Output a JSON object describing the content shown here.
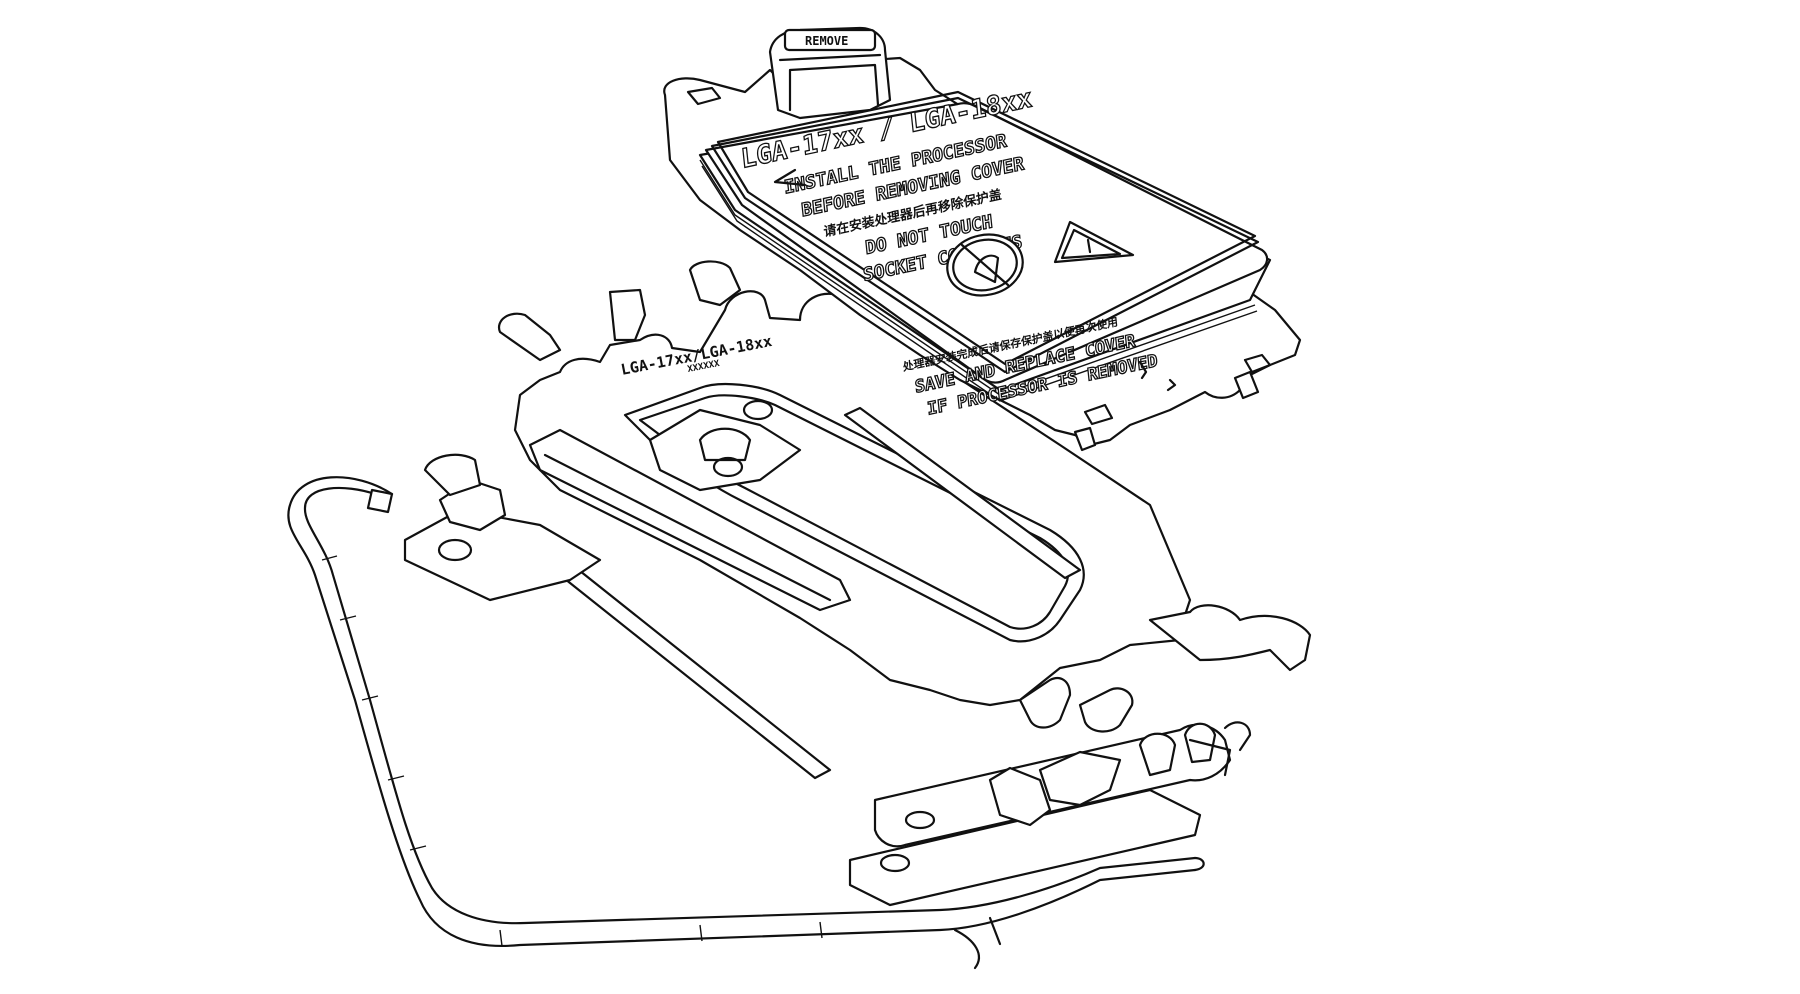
{
  "diagram": {
    "components": [
      "cover",
      "load-plate",
      "load-lever",
      "socket-frame",
      "bottom-hinge-plate"
    ]
  },
  "cover": {
    "tab_label": "REMOVE",
    "title": "LGA-17xx / LGA-18xx",
    "instruction_1": "INSTALL THE PROCESSOR",
    "instruction_2": "BEFORE REMOVING COVER",
    "chinese_line": "请在安装处理器后再移除保护盖",
    "warning_1": "DO NOT TOUCH",
    "warning_2": "SOCKET CONTACTS",
    "chinese_line_2": "处理器安装完成后请保存保护盖以便再次使用",
    "footer_1": "SAVE AND REPLACE COVER",
    "footer_2": "IF PROCESSOR IS REMOVED",
    "icons": [
      "no-touch-icon",
      "warning-triangle-icon"
    ]
  },
  "load_plate": {
    "label": "LGA-17xx/LGA-18xx",
    "sublabel": "XXXXXX"
  }
}
